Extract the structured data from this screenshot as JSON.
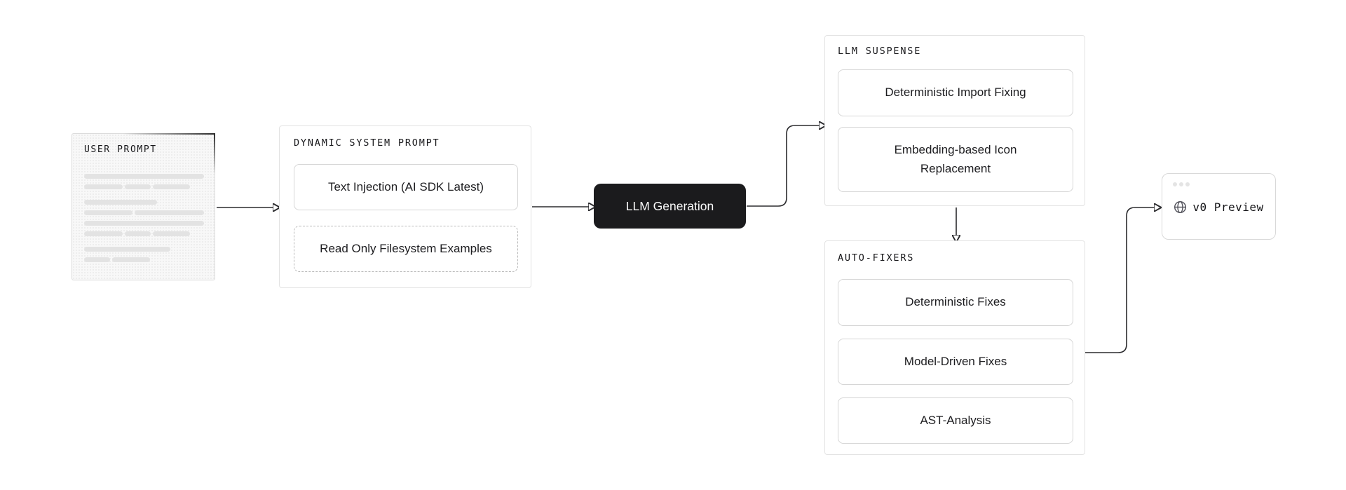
{
  "user_prompt": {
    "title": "USER PROMPT",
    "skeleton": {
      "paragraphs": [
        [
          [
            171
          ],
          [
            55,
            37,
            53
          ]
        ],
        [
          [
            104
          ],
          [
            69,
            99
          ],
          [
            171
          ],
          [
            55,
            37,
            53
          ]
        ],
        [
          [
            123
          ],
          [
            37,
            54
          ]
        ]
      ]
    }
  },
  "dynamic_system_prompt": {
    "title": "DYNAMIC SYSTEM PROMPT",
    "items": [
      "Text Injection (AI SDK Latest)",
      "Read Only Filesystem Examples"
    ]
  },
  "llm_generation": {
    "label": "LLM Generation"
  },
  "llm_suspense": {
    "title": "LLM SUSPENSE",
    "items": [
      "Deterministic Import Fixing",
      "Embedding-based Icon Replacement"
    ]
  },
  "auto_fixers": {
    "title": "AUTO-FIXERS",
    "items": [
      "Deterministic Fixes",
      "Model-Driven Fixes",
      "AST-Analysis"
    ]
  },
  "v0_preview": {
    "label": "v0 Preview"
  },
  "flow": [
    {
      "from": "user_prompt",
      "to": "dynamic_system_prompt"
    },
    {
      "from": "dynamic_system_prompt",
      "to": "llm_generation"
    },
    {
      "from": "llm_generation",
      "to": "llm_suspense"
    },
    {
      "from": "llm_suspense",
      "to": "auto_fixers"
    },
    {
      "from": "auto_fixers",
      "to": "v0_preview"
    }
  ],
  "colors": {
    "background": "#ffffff",
    "node_fill_dark": "#1b1b1d",
    "node_text_dark": "#fafafa",
    "container_border": "#e3e3e3",
    "item_border": "#d6d6d6",
    "dashed_border": "#b9b9b9",
    "arrow": "#2b2b2e",
    "skeleton_bar": "#e3e3e3",
    "prompt_fill": "#f8f8f8",
    "title_text": "#18181b",
    "body_text": "#1d1d20"
  }
}
